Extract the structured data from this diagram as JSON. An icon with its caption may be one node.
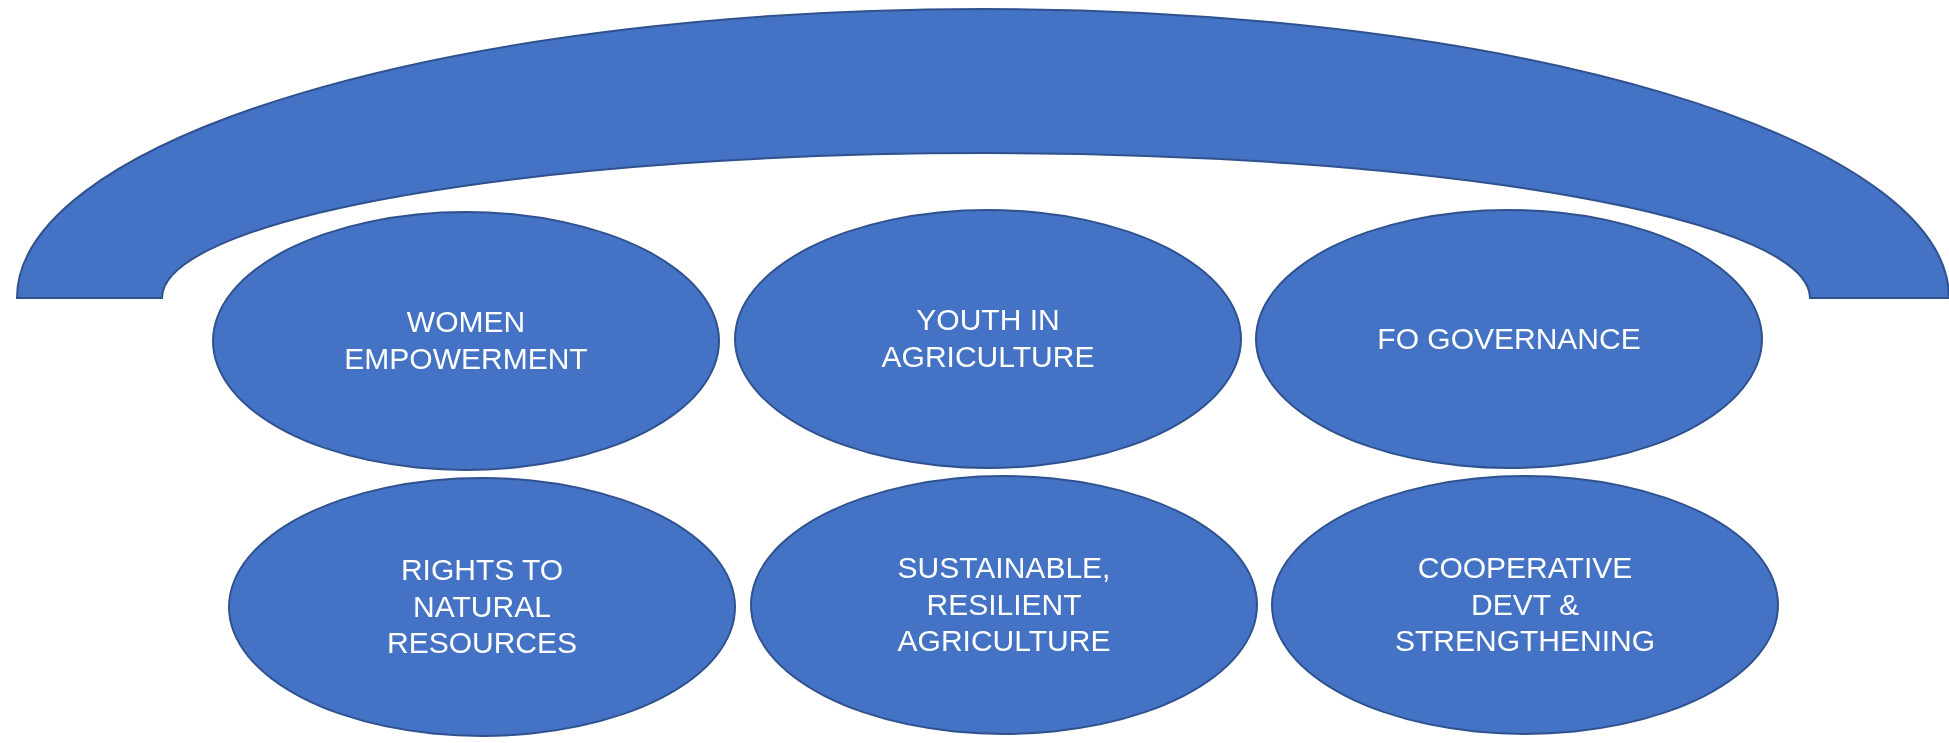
{
  "diagram": {
    "nodes": [
      {
        "text": [
          "WOMEN EMPOWERMENT"
        ]
      },
      {
        "text": [
          "YOUTH IN AGRICULTURE"
        ]
      },
      {
        "text": [
          "FO GOVERNANCE"
        ]
      },
      {
        "text": [
          "RIGHTS TO NATURAL RESOURCES"
        ]
      },
      {
        "text": [
          "SUSTAINABLE, RESILIENT AGRICULTURE"
        ]
      },
      {
        "text": [
          "COOPERATIVE DEVT & STRENGTHENING"
        ]
      }
    ]
  }
}
